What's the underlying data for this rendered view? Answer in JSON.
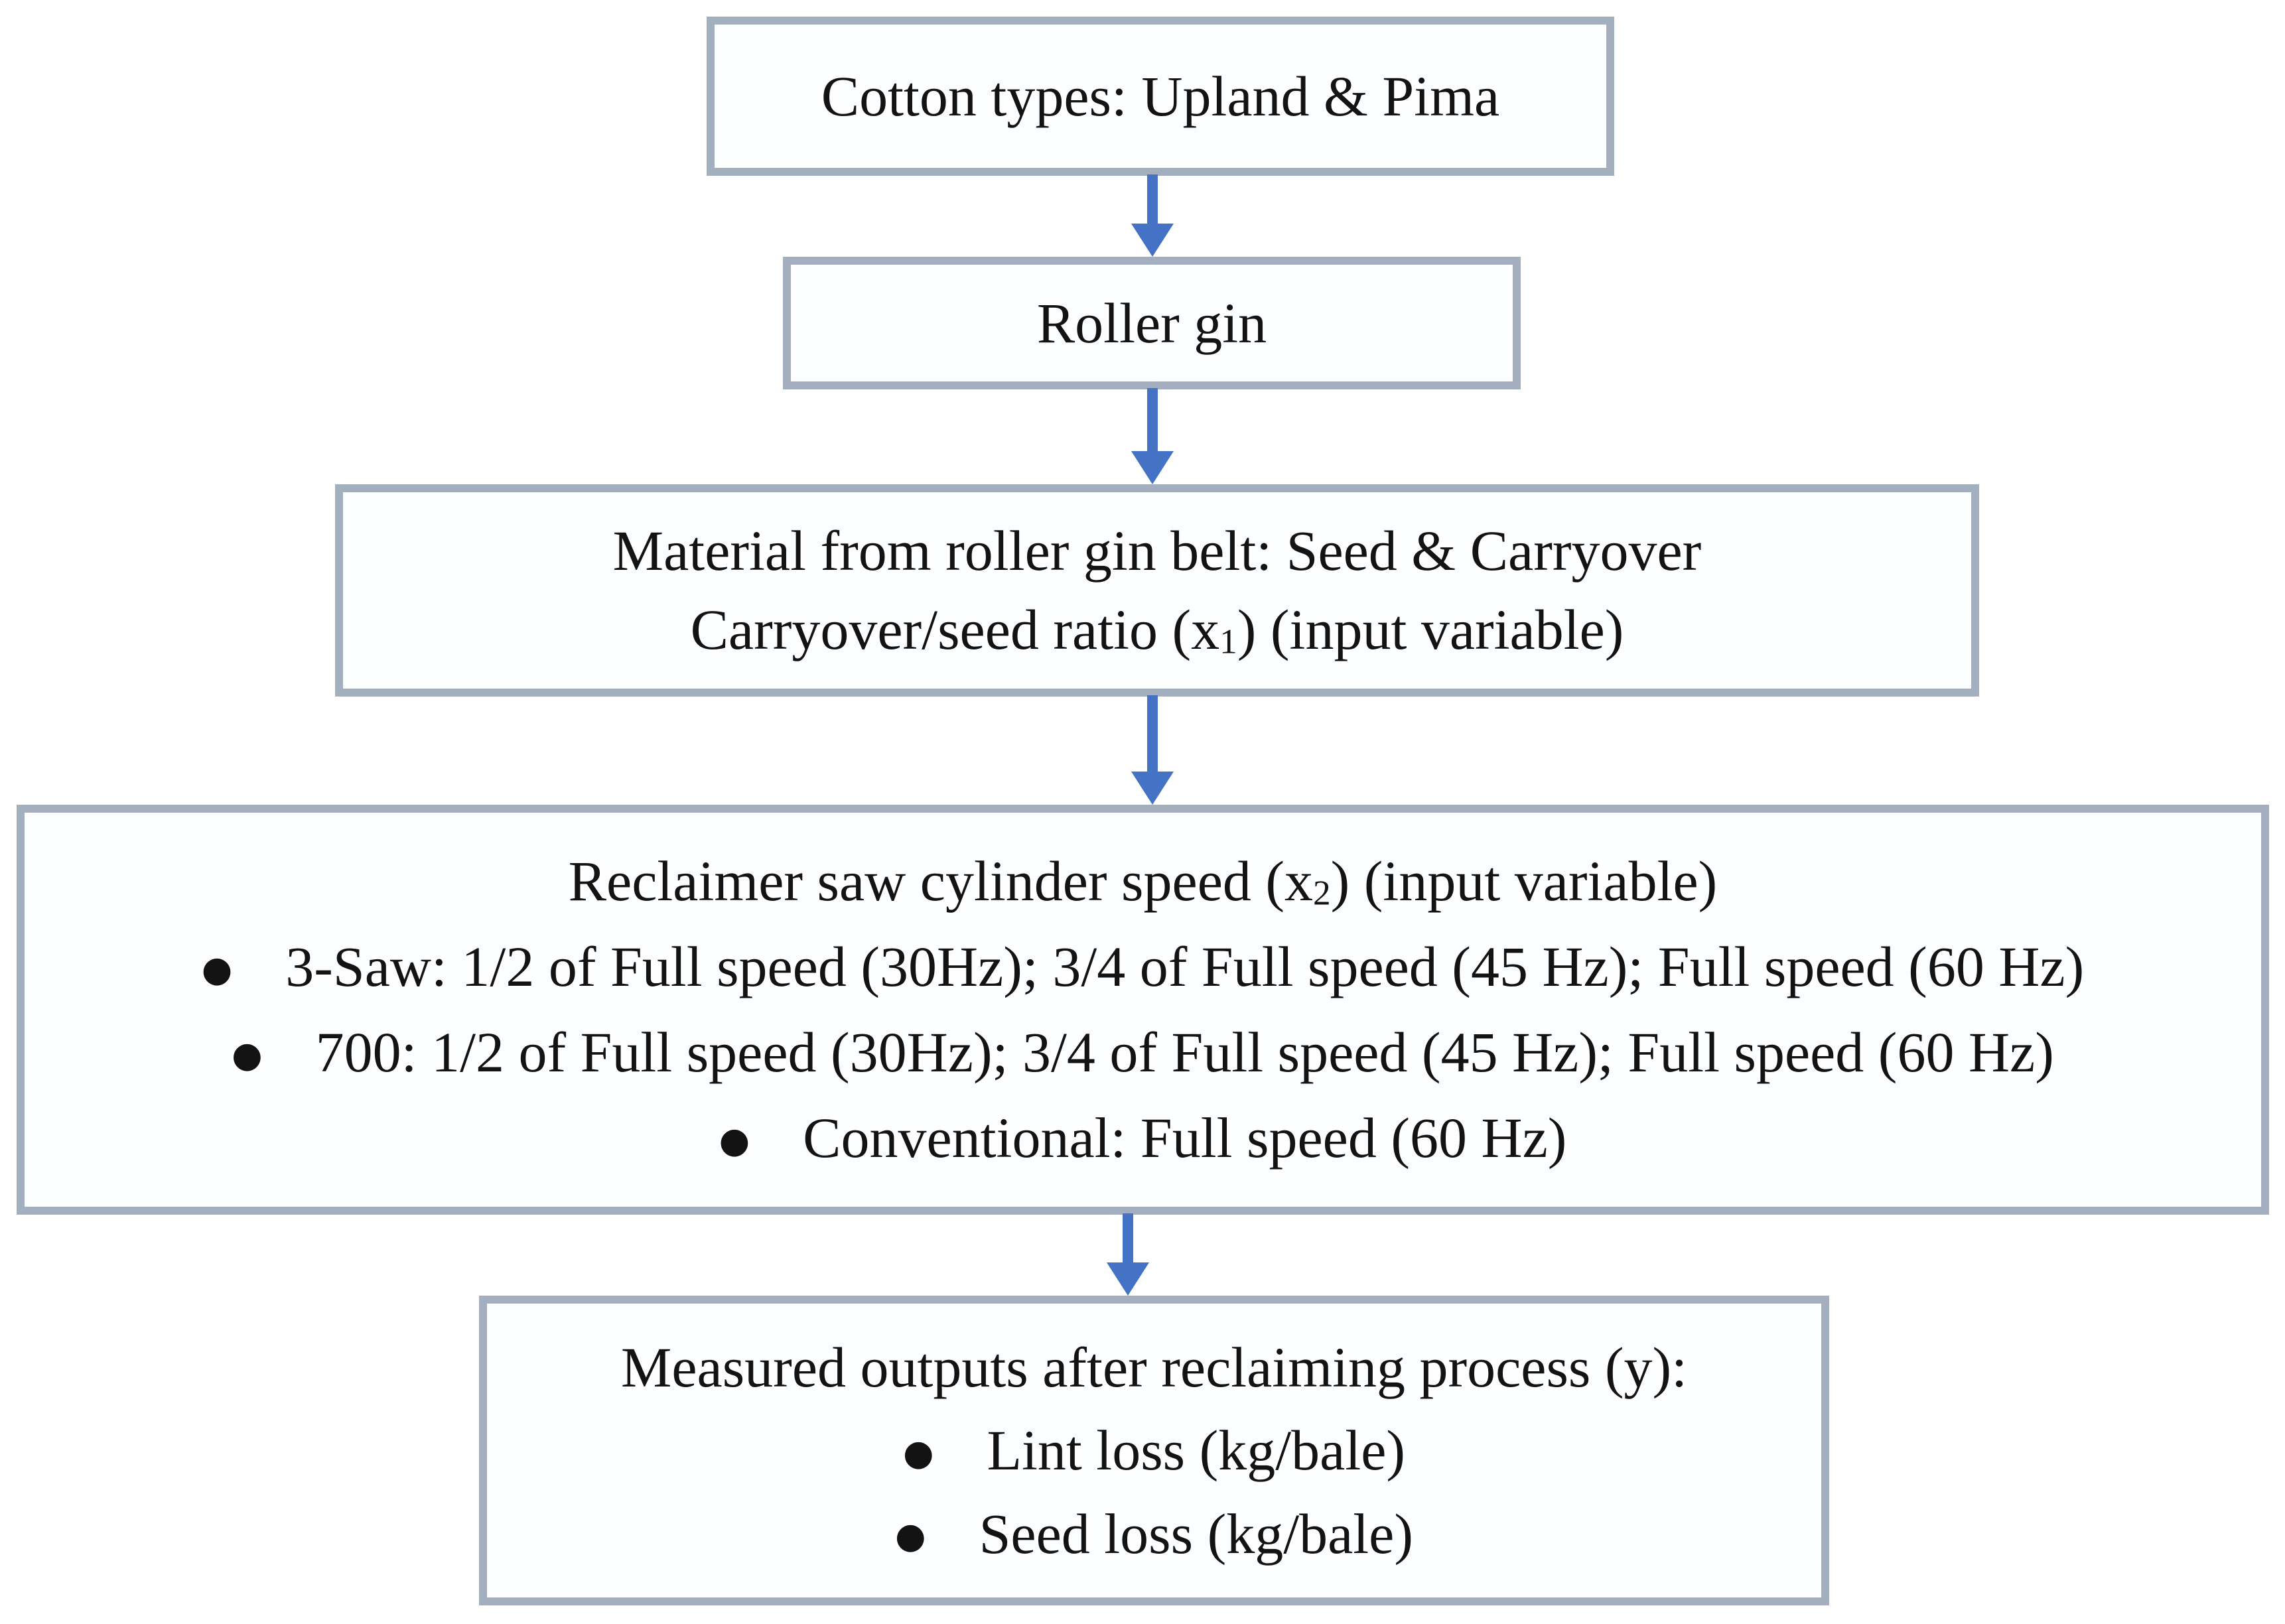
{
  "colors": {
    "box_border": "#a3aebe",
    "box_fill": "#fdfeff",
    "arrow": "#4472c4",
    "text": "#131313",
    "background": "#ffffff"
  },
  "bullet_glyph": "●",
  "boxes": {
    "box1": {
      "text": "Cotton types: Upland & Pima"
    },
    "box2": {
      "text": "Roller gin"
    },
    "box3": {
      "line1": "Material from roller gin belt: Seed & Carryover",
      "line2_pre": "Carryover/seed ratio (x",
      "line2_sub": "1",
      "line2_post": ") (input variable)"
    },
    "box4": {
      "heading_pre": "Reclaimer saw cylinder speed (x",
      "heading_sub": "2",
      "heading_post": ") (input variable)",
      "bullets": [
        "3-Saw: 1/2 of Full speed (30Hz); 3/4 of Full speed (45 Hz); Full speed (60 Hz)",
        "700: 1/2 of Full speed (30Hz); 3/4 of Full speed (45 Hz); Full speed (60 Hz)",
        "Conventional: Full speed (60 Hz)"
      ]
    },
    "box5": {
      "heading": "Measured outputs after reclaiming process (y):",
      "bullets": [
        "Lint loss (kg/bale)",
        "Seed loss (kg/bale)"
      ]
    }
  }
}
